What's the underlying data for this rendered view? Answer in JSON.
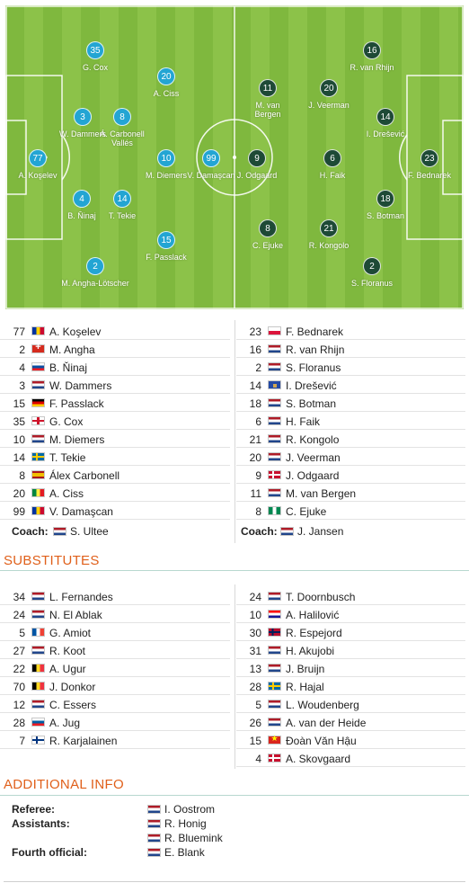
{
  "colors": {
    "home_disc": "#23a5d3",
    "away_disc": "#1e4a36",
    "section_title": "#e0601b",
    "pitch": "#7fb83e"
  },
  "pitch": {
    "home_players": [
      {
        "number": "35",
        "name": "G. Cox"
      },
      {
        "number": "20",
        "name": "A. Ciss"
      },
      {
        "number": "3",
        "name": "W. Dammers"
      },
      {
        "number": "8",
        "name": "Á. Carbonell Vallés"
      },
      {
        "number": "77",
        "name": "A. Koşelev"
      },
      {
        "number": "10",
        "name": "M. Diemers"
      },
      {
        "number": "99",
        "name": "V. Damaşcan"
      },
      {
        "number": "4",
        "name": "B. Ňinaj"
      },
      {
        "number": "14",
        "name": "T. Tekie"
      },
      {
        "number": "15",
        "name": "F. Passlack"
      },
      {
        "number": "2",
        "name": "M. Angha-Lötscher"
      }
    ],
    "away_players": [
      {
        "number": "16",
        "name": "R. van Rhijn"
      },
      {
        "number": "11",
        "name": "M. van Bergen"
      },
      {
        "number": "20",
        "name": "J. Veerman"
      },
      {
        "number": "14",
        "name": "I. Drešević"
      },
      {
        "number": "9",
        "name": "J. Odgaard"
      },
      {
        "number": "6",
        "name": "H. Faik"
      },
      {
        "number": "23",
        "name": "F. Bednarek"
      },
      {
        "number": "18",
        "name": "S. Botman"
      },
      {
        "number": "8",
        "name": "C. Ejuke"
      },
      {
        "number": "21",
        "name": "R. Kongolo"
      },
      {
        "number": "2",
        "name": "S. Floranus"
      }
    ]
  },
  "lineup": {
    "home": [
      {
        "number": "77",
        "flag": "md",
        "name": "A. Koşelev"
      },
      {
        "number": "2",
        "flag": "ch",
        "name": "M. Angha"
      },
      {
        "number": "4",
        "flag": "sk",
        "name": "B. Ňinaj"
      },
      {
        "number": "3",
        "flag": "nl",
        "name": "W. Dammers"
      },
      {
        "number": "15",
        "flag": "de",
        "name": "F. Passlack"
      },
      {
        "number": "35",
        "flag": "en",
        "name": "G. Cox"
      },
      {
        "number": "10",
        "flag": "nl",
        "name": "M. Diemers"
      },
      {
        "number": "14",
        "flag": "se",
        "name": "T. Tekie"
      },
      {
        "number": "8",
        "flag": "es",
        "name": "Álex Carbonell"
      },
      {
        "number": "20",
        "flag": "sn",
        "name": "A. Ciss"
      },
      {
        "number": "99",
        "flag": "md",
        "name": "V. Damaşcan"
      }
    ],
    "away": [
      {
        "number": "23",
        "flag": "pl",
        "name": "F. Bednarek"
      },
      {
        "number": "16",
        "flag": "nl",
        "name": "R. van Rhijn"
      },
      {
        "number": "2",
        "flag": "nl",
        "name": "S. Floranus"
      },
      {
        "number": "14",
        "flag": "xk",
        "name": "I. Drešević"
      },
      {
        "number": "18",
        "flag": "nl",
        "name": "S. Botman"
      },
      {
        "number": "6",
        "flag": "nl",
        "name": "H. Faik"
      },
      {
        "number": "21",
        "flag": "nl",
        "name": "R. Kongolo"
      },
      {
        "number": "20",
        "flag": "nl",
        "name": "J. Veerman"
      },
      {
        "number": "9",
        "flag": "dk",
        "name": "J. Odgaard"
      },
      {
        "number": "11",
        "flag": "nl",
        "name": "M. van Bergen"
      },
      {
        "number": "8",
        "flag": "ng",
        "name": "C. Ejuke"
      }
    ],
    "coach_label": "Coach:",
    "home_coach": {
      "flag": "nl",
      "name": "S. Ultee"
    },
    "away_coach": {
      "flag": "nl",
      "name": "J. Jansen"
    }
  },
  "substitutes": {
    "title": "SUBSTITUTES",
    "home": [
      {
        "number": "34",
        "flag": "nl",
        "name": "L. Fernandes"
      },
      {
        "number": "24",
        "flag": "nl",
        "name": "N. El Ablak"
      },
      {
        "number": "5",
        "flag": "fr",
        "name": "G. Amiot"
      },
      {
        "number": "27",
        "flag": "nl",
        "name": "R. Koot"
      },
      {
        "number": "22",
        "flag": "be",
        "name": "A. Ugur"
      },
      {
        "number": "70",
        "flag": "be",
        "name": "J. Donkor"
      },
      {
        "number": "12",
        "flag": "nl",
        "name": "C. Essers"
      },
      {
        "number": "28",
        "flag": "si",
        "name": "A. Jug"
      },
      {
        "number": "7",
        "flag": "fi",
        "name": "R. Karjalainen"
      }
    ],
    "away": [
      {
        "number": "24",
        "flag": "nl",
        "name": "T. Doornbusch"
      },
      {
        "number": "10",
        "flag": "hr",
        "name": "A. Halilović"
      },
      {
        "number": "30",
        "flag": "no",
        "name": "R. Espejord"
      },
      {
        "number": "31",
        "flag": "nl",
        "name": "H. Akujobi"
      },
      {
        "number": "13",
        "flag": "nl",
        "name": "J. Bruijn"
      },
      {
        "number": "28",
        "flag": "se",
        "name": "R. Hajal"
      },
      {
        "number": "5",
        "flag": "nl",
        "name": "L. Woudenberg"
      },
      {
        "number": "26",
        "flag": "nl",
        "name": "A. van der Heide"
      },
      {
        "number": "15",
        "flag": "vn",
        "name": "Đoàn Văn Hậu"
      },
      {
        "number": "4",
        "flag": "dk",
        "name": "A. Skovgaard"
      }
    ]
  },
  "additional_info": {
    "title": "ADDITIONAL INFO",
    "referee_label": "Referee:",
    "referee": {
      "flag": "nl",
      "name": "I. Oostrom"
    },
    "assistants_label": "Assistants:",
    "assistants": [
      {
        "flag": "nl",
        "name": "R. Honig"
      },
      {
        "flag": "nl",
        "name": "R. Bluemink"
      }
    ],
    "fourth_official_label": "Fourth official:",
    "fourth_official": {
      "flag": "nl",
      "name": "E. Blank"
    }
  }
}
